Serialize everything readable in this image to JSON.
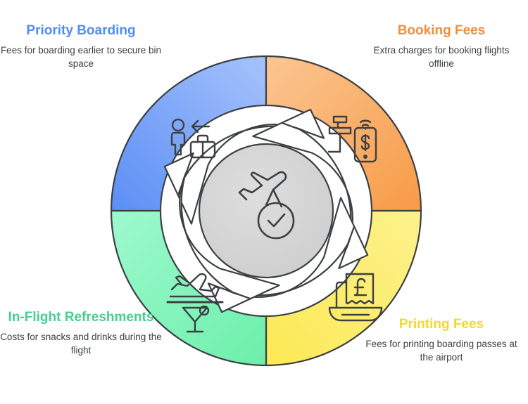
{
  "diagram": {
    "type": "circular-quadrant-wheel",
    "center": {
      "icon": "airplane-check-icon",
      "fill_color": "#d4d4d4",
      "stroke_color": "#444746"
    },
    "colors": {
      "blue": "#6f9cf8",
      "blue_light": "#9dbcfb",
      "orange": "#f9ae6a",
      "orange_light": "#fbc591",
      "green": "#82f5bb",
      "green_light": "#a9f9d2",
      "yellow": "#fced63",
      "yellow_light": "#fdf28f",
      "outline": "#3c4043",
      "arrow_white": "#ffffff"
    },
    "segments": [
      {
        "id": "priority-boarding",
        "position": "top-left",
        "title": "Priority Boarding",
        "description": "Fees for boarding earlier to secure bin space",
        "title_color": "#4f8df5",
        "fill_color": "#6f9cf8",
        "icon": "person-arrow-suitcase-icon"
      },
      {
        "id": "booking-fees",
        "position": "top-right",
        "title": "Booking Fees",
        "description": "Extra charges for booking flights offline",
        "title_color": "#ef8f3c",
        "fill_color": "#f9ae6a",
        "icon": "card-terminal-phone-payment-icon"
      },
      {
        "id": "printing-fees",
        "position": "bottom-right",
        "title": "Printing Fees",
        "description": "Fees for printing boarding passes at the airport",
        "title_color": "#f2d92b",
        "fill_color": "#fced63",
        "icon": "printer-receipt-pound-icon"
      },
      {
        "id": "inflight-refreshments",
        "position": "bottom-left",
        "title": "In-Flight Refreshments",
        "description": "Costs for snacks and drinks during the flight",
        "title_color": "#46cf8f",
        "fill_color": "#82f5bb",
        "icon": "airplane-cocktail-icon"
      }
    ]
  }
}
